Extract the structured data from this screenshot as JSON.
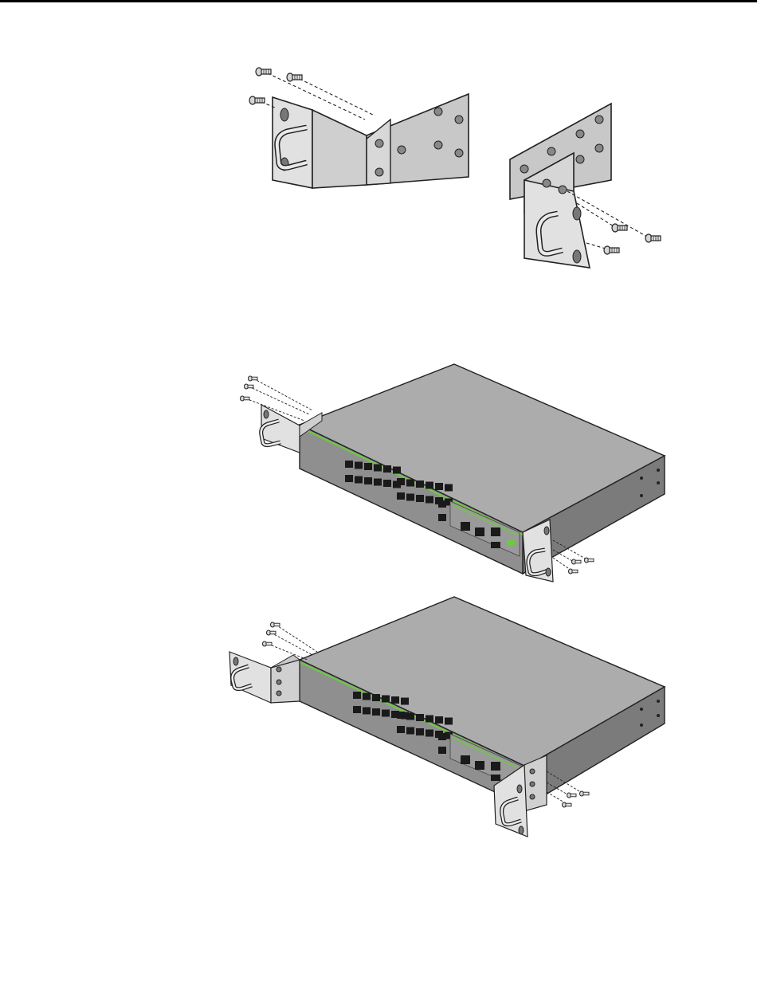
{
  "colors": {
    "page_rule": "#000000",
    "metal_light": "#e1e1e1",
    "metal_mid": "#c8c8c8",
    "metal_dark": "#b0b0b0",
    "chassis_top": "#acacac",
    "chassis_front": "#8f8f8f",
    "chassis_side": "#7b7b7b",
    "accent_green": "#6bcc3c",
    "port": "#1a1a1a",
    "outline": "#222222"
  },
  "icons": {
    "screw": "screw-icon",
    "handle": "handle-icon",
    "rj45_port": "rj45-port-icon",
    "sfp_port": "sfp-port-icon"
  },
  "figures": [
    {
      "key": "brackets",
      "bracket_count": 2,
      "screws_per_bracket": 3
    },
    {
      "key": "switch-a",
      "rj45_ports": 24,
      "sfp_slots": 4,
      "screws_per_side": 3
    },
    {
      "key": "switch-b",
      "rj45_ports": 24,
      "sfp_slots": 4,
      "screws_per_side": 3
    }
  ]
}
